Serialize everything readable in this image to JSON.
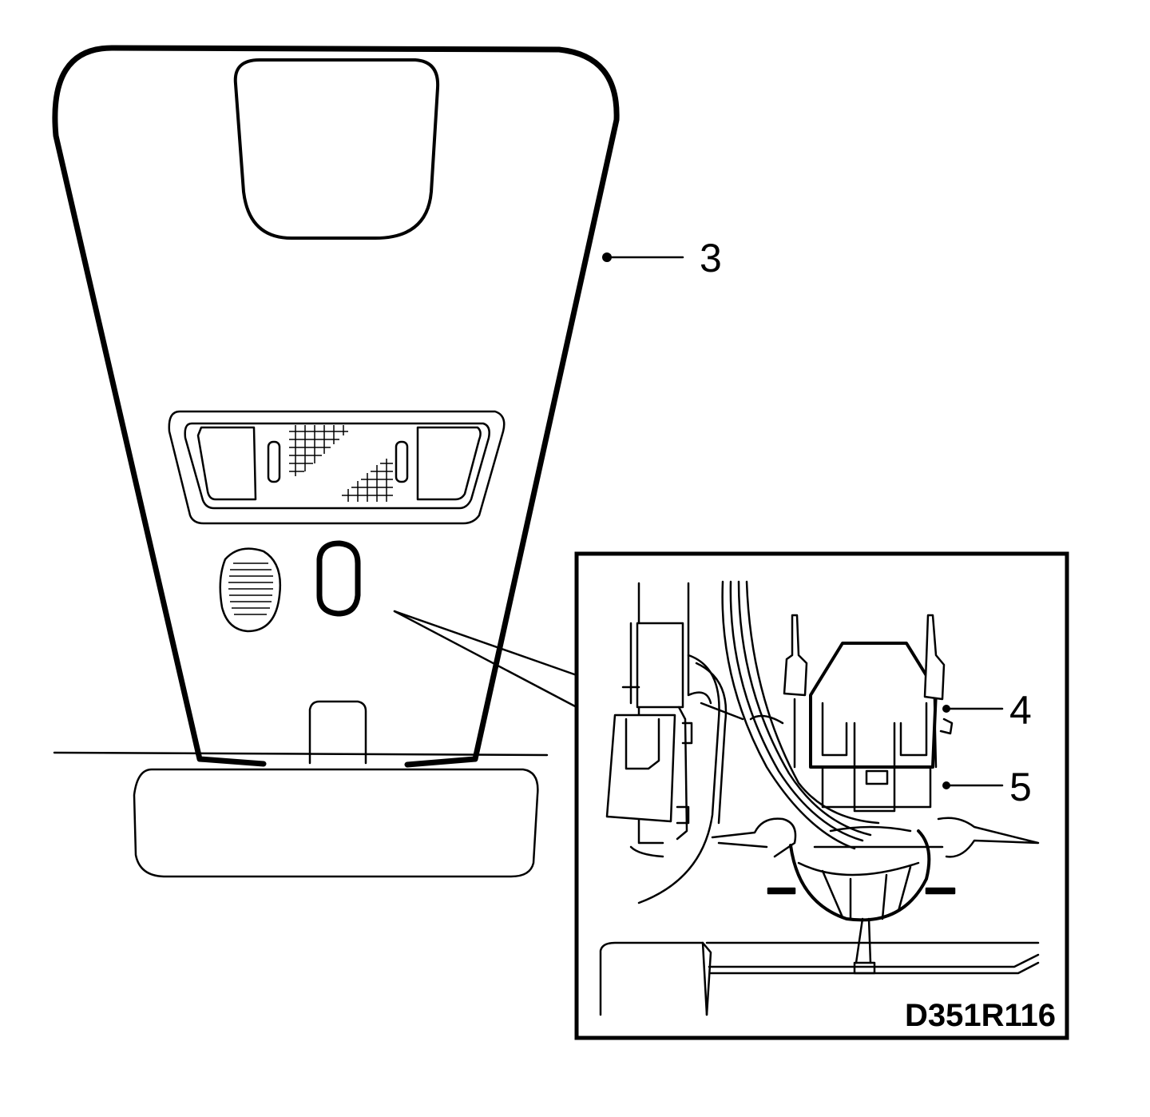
{
  "callouts": [
    {
      "id": "3",
      "text": "3"
    },
    {
      "id": "4",
      "text": "4"
    },
    {
      "id": "5",
      "text": "5"
    }
  ],
  "figure_code": "D351R116",
  "colors": {
    "ink": "#000000",
    "paper": "#ffffff"
  }
}
